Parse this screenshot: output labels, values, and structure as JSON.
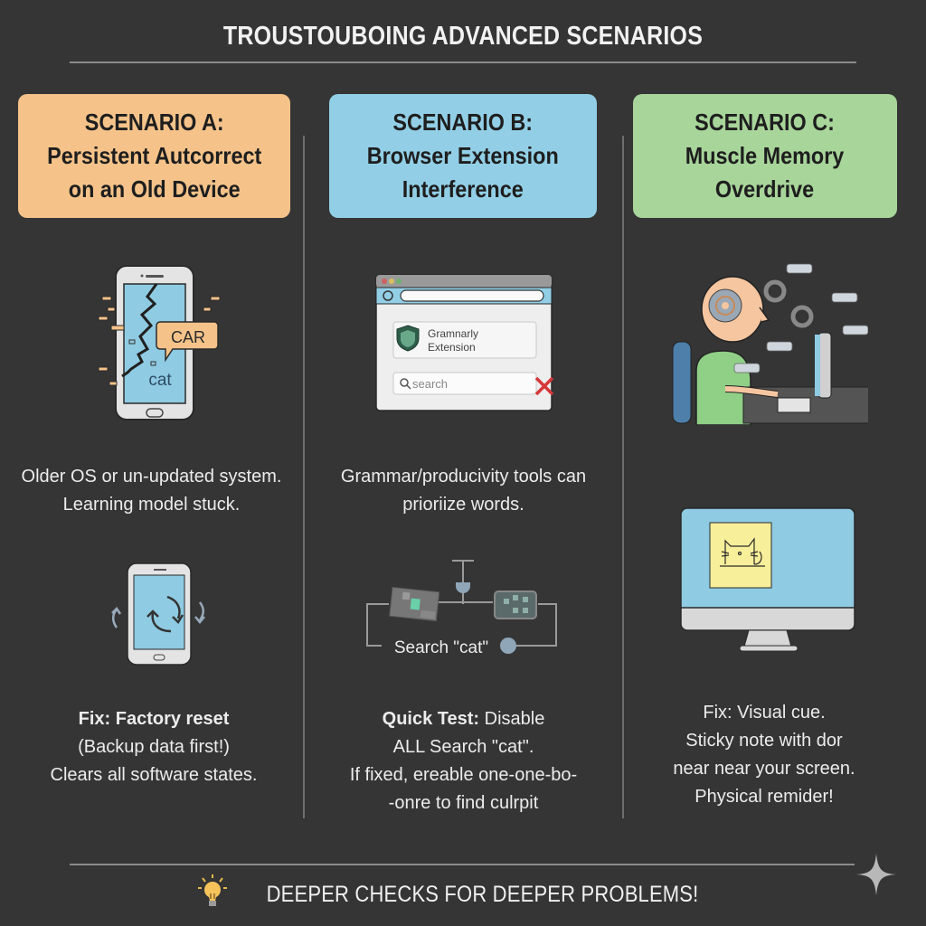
{
  "header": {
    "title": "TROUSTOUBOING ADVANCED SCENARIOS"
  },
  "colors": {
    "background": "#353535",
    "scenario_a": "#f5c38a",
    "scenario_b": "#92cfe6",
    "scenario_c": "#a8d59a",
    "divider": "#6e6e6e",
    "accent_red": "#d6373a"
  },
  "scenarios": [
    {
      "id": "A",
      "card": {
        "line1": "SCENARIO A:",
        "line2": "Persistent Autcorrect",
        "line3": "on an Old Device"
      },
      "illustration": {
        "icon": "cracked-phone-icon",
        "bubble_text": "CAR",
        "screen_text": "cat"
      },
      "cause": {
        "line1": "Older OS or un-updated system.",
        "line2": "Learning model stuck."
      },
      "illustration2": {
        "icon": "phone-reset-icon"
      },
      "fix": {
        "line1": "Fix: Factory reset",
        "line2": "(Backup data first!)",
        "line3": "Clears all software states."
      }
    },
    {
      "id": "B",
      "card": {
        "line1": "SCENARIO B:",
        "line2": "Browser Extension",
        "line3": "Interference"
      },
      "illustration": {
        "icon": "browser-window-icon",
        "extension_line1": "Gramnarly",
        "extension_line2": "Extension",
        "search_placeholder": "search"
      },
      "cause": {
        "line1": "Grammar/producivity tools can",
        "line2": "prioriize words."
      },
      "illustration2": {
        "icon": "circuit-diagram-icon",
        "label": "Search \"cat\""
      },
      "fix": {
        "line1_bold": "Quick Test:",
        "line1_rest": " Disable",
        "line2": "ALL Search \"cat\".",
        "line3": "If fixed, ereable one-one-bo-",
        "line4": "-onre to find culrpit"
      }
    },
    {
      "id": "C",
      "card": {
        "line1": "SCENARIO C:",
        "line2": "Muscle Memory",
        "line3": "Overdrive"
      },
      "illustration": {
        "icon": "person-typing-gears-icon"
      },
      "illustration2": {
        "icon": "monitor-sticky-note-cat-icon"
      },
      "fix": {
        "line1": "Fix: Visual cue.",
        "line2": "Sticky note with dor",
        "line3": "near near your screen.",
        "line4": "Physical remider!"
      }
    }
  ],
  "footer": {
    "icon": "lightbulb-icon",
    "text": "DEEPER CHECKS FOR DEEPER PROBLEMS!"
  }
}
